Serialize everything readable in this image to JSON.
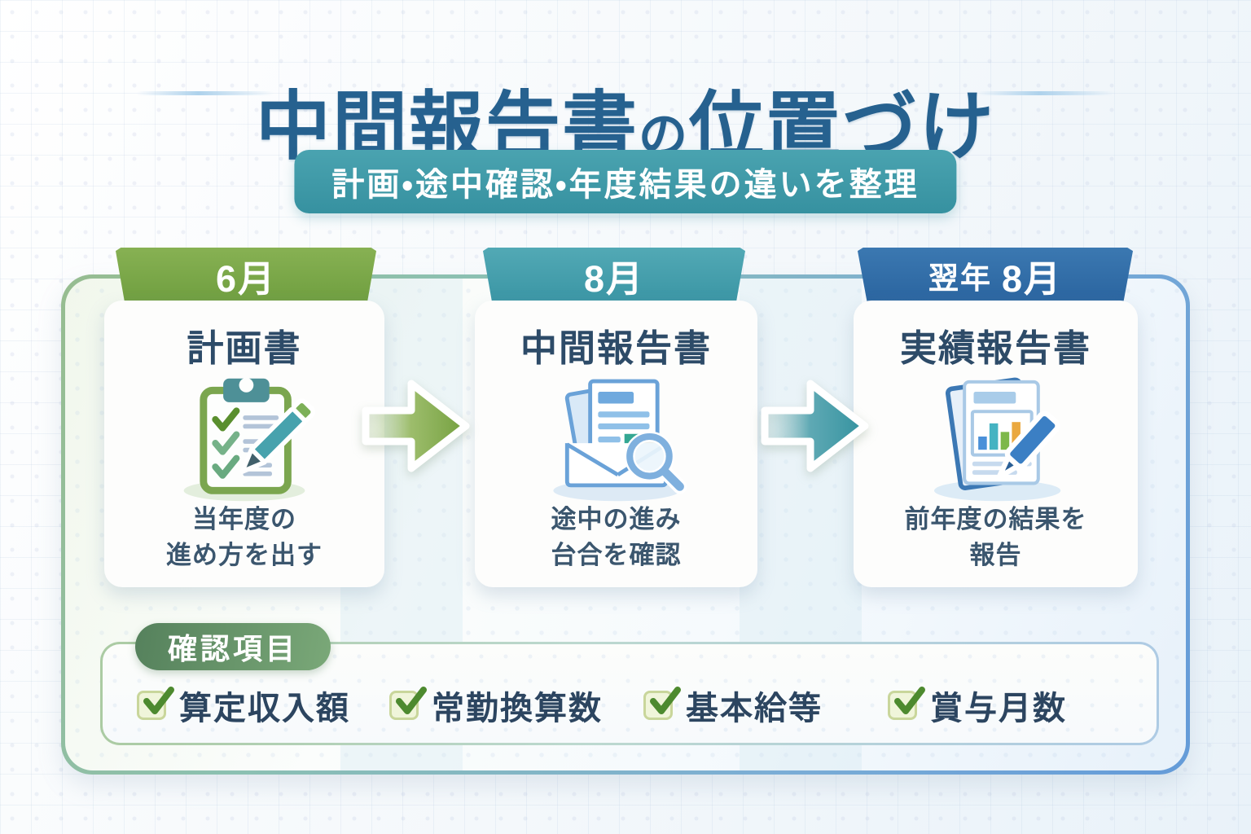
{
  "title": {
    "part1": "中間報告書",
    "particle": "の",
    "part2": "位置づけ"
  },
  "subtitle": "計画・途中確認・年度結果の違いを整理",
  "steps": [
    {
      "period_prefix": "",
      "period": "6月",
      "doc_title": "計画書",
      "caption1": "当年度の",
      "caption2": "進め方を出す",
      "icon": "clipboard-checklist-icon"
    },
    {
      "period_prefix": "",
      "period": "8月",
      "doc_title": "中間報告書",
      "caption1": "途中の進み",
      "caption2": "台合を確認",
      "icon": "envelope-document-magnifier-icon"
    },
    {
      "period_prefix": "翌年",
      "period": "8月",
      "doc_title": "実績報告書",
      "caption1": "前年度の結果を",
      "caption2": "報告",
      "icon": "report-chart-pen-icon"
    }
  ],
  "checklist": {
    "badge": "確認項目",
    "items": [
      {
        "label": "算定収入額"
      },
      {
        "label": "常勤換算数"
      },
      {
        "label": "基本給等"
      },
      {
        "label": "賞与月数"
      }
    ]
  },
  "colors": {
    "title_blue": "#26618f",
    "subtitle_teal": "#3b97a5",
    "flag_june_green": "#7ca747",
    "flag_august_teal": "#46a0ae",
    "flag_next_august_blue": "#2f6ca8",
    "arrow_green": "#7fa84a",
    "arrow_teal": "#3e9aa8",
    "badge_green": "#5c8b63",
    "checkbox_green": "#4d8a2f",
    "text_navy": "#2d4b68"
  }
}
